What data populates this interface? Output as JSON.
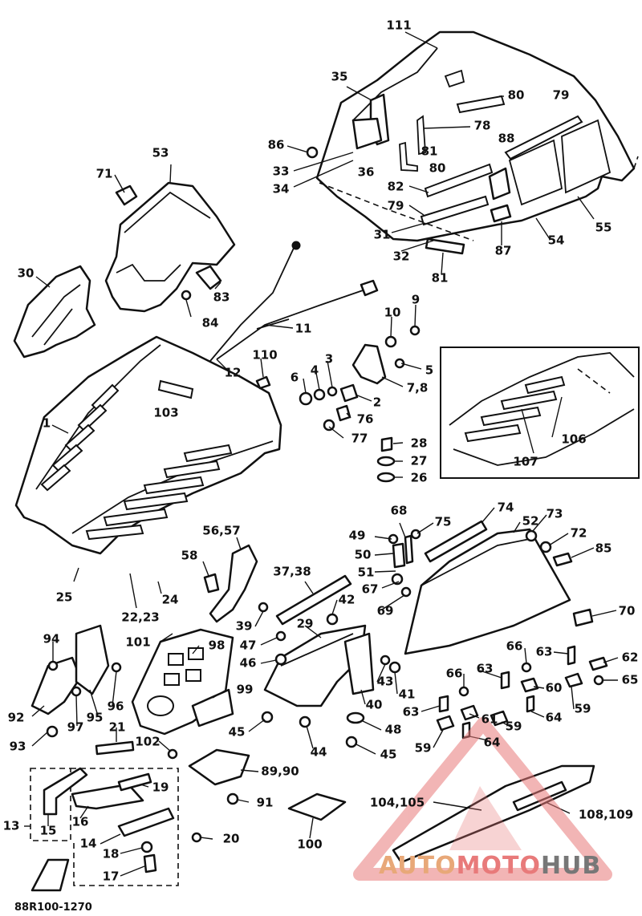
{
  "diagram": {
    "code": "88R100-1270",
    "watermark": {
      "brand_parts": [
        "AUTO",
        "MOTO",
        "HUB"
      ],
      "colors": [
        "#e8a878",
        "#e87a7a",
        "#777777"
      ]
    },
    "callouts": [
      {
        "id": "c111",
        "text": "111"
      },
      {
        "id": "c35",
        "text": "35"
      },
      {
        "id": "c80a",
        "text": "80"
      },
      {
        "id": "c79a",
        "text": "79"
      },
      {
        "id": "c78",
        "text": "78"
      },
      {
        "id": "c86",
        "text": "86"
      },
      {
        "id": "c88",
        "text": "88"
      },
      {
        "id": "c81a",
        "text": "81"
      },
      {
        "id": "c33",
        "text": "33"
      },
      {
        "id": "c36",
        "text": "36"
      },
      {
        "id": "c80b",
        "text": "80"
      },
      {
        "id": "c34",
        "text": "34"
      },
      {
        "id": "c53",
        "text": "53"
      },
      {
        "id": "c71",
        "text": "71"
      },
      {
        "id": "c82",
        "text": "82"
      },
      {
        "id": "c79b",
        "text": "79"
      },
      {
        "id": "c55",
        "text": "55"
      },
      {
        "id": "c31",
        "text": "31"
      },
      {
        "id": "c54",
        "text": "54"
      },
      {
        "id": "c87",
        "text": "87"
      },
      {
        "id": "c32",
        "text": "32"
      },
      {
        "id": "c30",
        "text": "30"
      },
      {
        "id": "c81b",
        "text": "81"
      },
      {
        "id": "c83",
        "text": "83"
      },
      {
        "id": "c9",
        "text": "9"
      },
      {
        "id": "c84",
        "text": "84"
      },
      {
        "id": "c10",
        "text": "10"
      },
      {
        "id": "c11",
        "text": "11"
      },
      {
        "id": "c110",
        "text": "110"
      },
      {
        "id": "c3",
        "text": "3"
      },
      {
        "id": "c5",
        "text": "5"
      },
      {
        "id": "c12",
        "text": "12"
      },
      {
        "id": "c6",
        "text": "6"
      },
      {
        "id": "c4",
        "text": "4"
      },
      {
        "id": "c78b",
        "text": "7,8"
      },
      {
        "id": "c2",
        "text": "2"
      },
      {
        "id": "c103",
        "text": "103"
      },
      {
        "id": "c76",
        "text": "76"
      },
      {
        "id": "c1",
        "text": "1"
      },
      {
        "id": "c106",
        "text": "106"
      },
      {
        "id": "c77",
        "text": "77"
      },
      {
        "id": "c28",
        "text": "28"
      },
      {
        "id": "c27",
        "text": "27"
      },
      {
        "id": "c107",
        "text": "107"
      },
      {
        "id": "c26",
        "text": "26"
      },
      {
        "id": "c74",
        "text": "74"
      },
      {
        "id": "c68",
        "text": "68"
      },
      {
        "id": "c52",
        "text": "52"
      },
      {
        "id": "c73",
        "text": "73"
      },
      {
        "id": "c75",
        "text": "75"
      },
      {
        "id": "c49",
        "text": "49"
      },
      {
        "id": "c72",
        "text": "72"
      },
      {
        "id": "c5657",
        "text": "56,57"
      },
      {
        "id": "c85",
        "text": "85"
      },
      {
        "id": "c50",
        "text": "50"
      },
      {
        "id": "c58",
        "text": "58"
      },
      {
        "id": "c3738",
        "text": "37,38"
      },
      {
        "id": "c51",
        "text": "51"
      },
      {
        "id": "c25",
        "text": "25"
      },
      {
        "id": "c24",
        "text": "24"
      },
      {
        "id": "c67",
        "text": "67"
      },
      {
        "id": "c42",
        "text": "42"
      },
      {
        "id": "c69",
        "text": "69"
      },
      {
        "id": "c70",
        "text": "70"
      },
      {
        "id": "c2223",
        "text": "22,23"
      },
      {
        "id": "c39",
        "text": "39"
      },
      {
        "id": "c29",
        "text": "29"
      },
      {
        "id": "c94",
        "text": "94"
      },
      {
        "id": "c101",
        "text": "101"
      },
      {
        "id": "c47",
        "text": "47"
      },
      {
        "id": "c98",
        "text": "98"
      },
      {
        "id": "c66a",
        "text": "66"
      },
      {
        "id": "c63a",
        "text": "63"
      },
      {
        "id": "c62",
        "text": "62"
      },
      {
        "id": "c46",
        "text": "46"
      },
      {
        "id": "c63b",
        "text": "63"
      },
      {
        "id": "c66b",
        "text": "66"
      },
      {
        "id": "c65",
        "text": "65"
      },
      {
        "id": "c43",
        "text": "43"
      },
      {
        "id": "c60",
        "text": "60"
      },
      {
        "id": "c99",
        "text": "99"
      },
      {
        "id": "c41",
        "text": "41"
      },
      {
        "id": "c59a",
        "text": "59"
      },
      {
        "id": "c92",
        "text": "92"
      },
      {
        "id": "c97",
        "text": "97"
      },
      {
        "id": "c95",
        "text": "95"
      },
      {
        "id": "c96",
        "text": "96"
      },
      {
        "id": "c40",
        "text": "40"
      },
      {
        "id": "c63c",
        "text": "63"
      },
      {
        "id": "c64a",
        "text": "64"
      },
      {
        "id": "c61",
        "text": "61"
      },
      {
        "id": "c59b",
        "text": "59"
      },
      {
        "id": "c21",
        "text": "21"
      },
      {
        "id": "c48",
        "text": "48"
      },
      {
        "id": "c93",
        "text": "93"
      },
      {
        "id": "c45a",
        "text": "45"
      },
      {
        "id": "c102",
        "text": "102"
      },
      {
        "id": "c44",
        "text": "44"
      },
      {
        "id": "c59c",
        "text": "59"
      },
      {
        "id": "c64b",
        "text": "64"
      },
      {
        "id": "c45b",
        "text": "45"
      },
      {
        "id": "c19",
        "text": "19"
      },
      {
        "id": "c8990",
        "text": "89,90"
      },
      {
        "id": "c91",
        "text": "91"
      },
      {
        "id": "c104105",
        "text": "104,105"
      },
      {
        "id": "c13",
        "text": "13"
      },
      {
        "id": "c16",
        "text": "16"
      },
      {
        "id": "c108109",
        "text": "108,109"
      },
      {
        "id": "c15",
        "text": "15"
      },
      {
        "id": "c20",
        "text": "20"
      },
      {
        "id": "c14",
        "text": "14"
      },
      {
        "id": "c100",
        "text": "100"
      },
      {
        "id": "c18",
        "text": "18"
      },
      {
        "id": "c17",
        "text": "17"
      }
    ]
  }
}
